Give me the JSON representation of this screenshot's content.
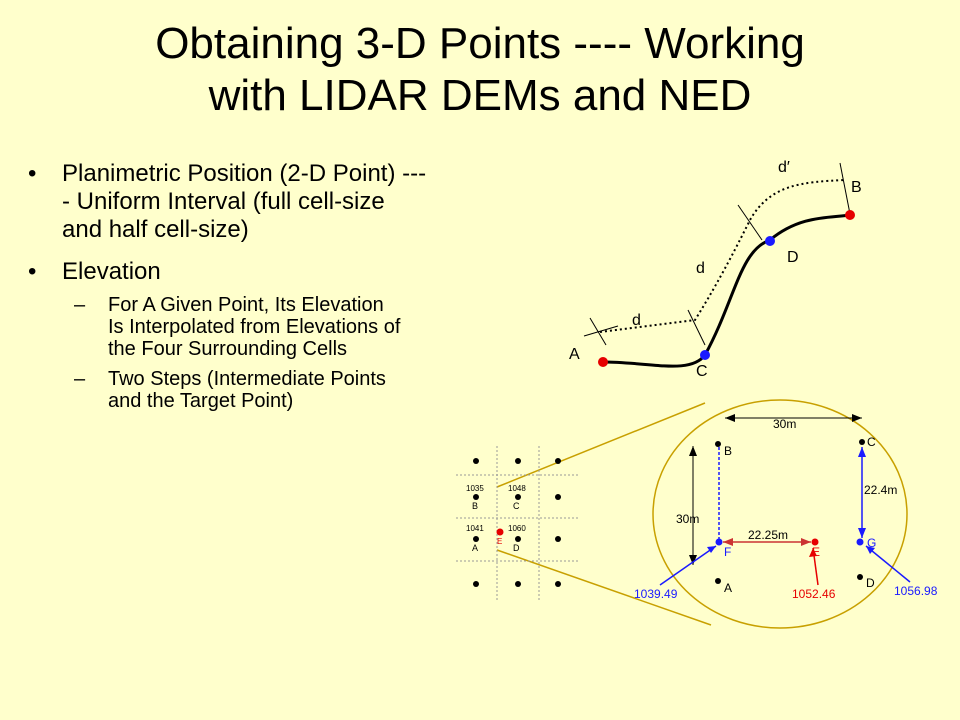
{
  "title": {
    "line1": "Obtaining 3-D Points ---- Working",
    "line2": "with LIDAR DEMs and NED"
  },
  "bullets": [
    {
      "marker": "•",
      "text": "Planimetric Position (2-D Point) ---- Uniform Interval (full cell-size and half cell-size)"
    },
    {
      "marker": "•",
      "text": "Elevation",
      "sub": [
        {
          "marker": "–",
          "text": "For A Given Point, Its Elevation Is Interpolated from Elevations of the Four Surrounding Cells"
        },
        {
          "marker": "–",
          "text": "Two Steps (Intermediate Points and the Target Point)"
        }
      ]
    }
  ],
  "curve_diagram": {
    "labels": {
      "d_prime": "d′",
      "b": "B",
      "d_point": "D",
      "d1": "d",
      "d2": "d",
      "a": "A",
      "c": "C"
    }
  },
  "grid_diagram": {
    "values": {
      "b": "1035",
      "c": "1048",
      "a": "1041",
      "d": "1060"
    },
    "letters": {
      "b": "B",
      "c": "C",
      "a": "A",
      "d": "D",
      "e": "E"
    }
  },
  "detail_diagram": {
    "dims": {
      "top": "30m",
      "left": "30m",
      "right": "22.4m",
      "fe": "22.25m"
    },
    "points": {
      "b": "B",
      "c": "C",
      "f": "F",
      "e": "E",
      "g": "G",
      "a": "A",
      "d": "D"
    },
    "values": {
      "f": "1039.49",
      "e": "1052.46",
      "g": "1056.98"
    },
    "colors": {
      "blue": "#1a1aff",
      "red": "#e60000",
      "fe_line": "#cc3333"
    }
  }
}
